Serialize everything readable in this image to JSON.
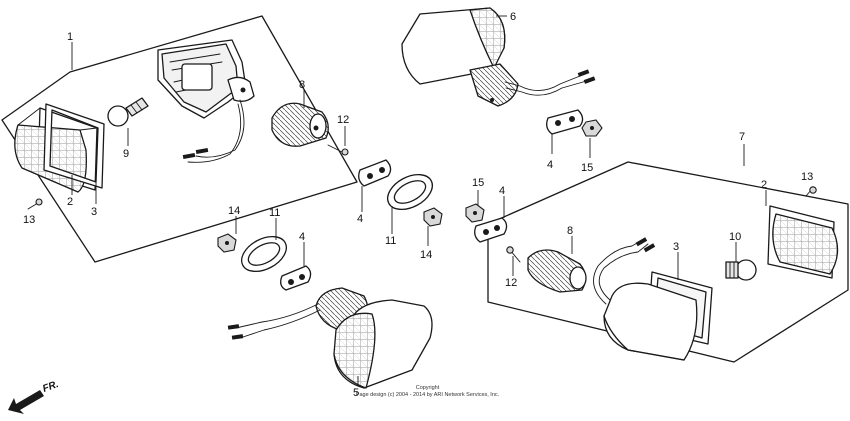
{
  "callouts": [
    {
      "id": "c1",
      "text": "1"
    },
    {
      "id": "c2a",
      "text": "2"
    },
    {
      "id": "c3a",
      "text": "3"
    },
    {
      "id": "c9",
      "text": "9"
    },
    {
      "id": "c13a",
      "text": "13"
    },
    {
      "id": "c8a",
      "text": "8"
    },
    {
      "id": "c12a",
      "text": "12"
    },
    {
      "id": "c6",
      "text": "6"
    },
    {
      "id": "c4a",
      "text": "4"
    },
    {
      "id": "c15a",
      "text": "15"
    },
    {
      "id": "c7",
      "text": "7"
    },
    {
      "id": "c2b",
      "text": "2"
    },
    {
      "id": "c13b",
      "text": "13"
    },
    {
      "id": "c4b",
      "text": "4"
    },
    {
      "id": "c11a",
      "text": "11"
    },
    {
      "id": "c14a",
      "text": "14"
    },
    {
      "id": "c15b",
      "text": "15"
    },
    {
      "id": "c4c",
      "text": "4"
    },
    {
      "id": "c14b",
      "text": "14"
    },
    {
      "id": "c11b",
      "text": "11"
    },
    {
      "id": "c4d",
      "text": "4"
    },
    {
      "id": "c8b",
      "text": "8"
    },
    {
      "id": "c3b",
      "text": "3"
    },
    {
      "id": "c10",
      "text": "10"
    },
    {
      "id": "c12b",
      "text": "12"
    },
    {
      "id": "c5",
      "text": "5"
    }
  ],
  "copyright": {
    "line1": "Copyright",
    "line2": "Page design (c) 2004 - 2014 by ARI Network Services, Inc."
  },
  "front_label": "FR."
}
